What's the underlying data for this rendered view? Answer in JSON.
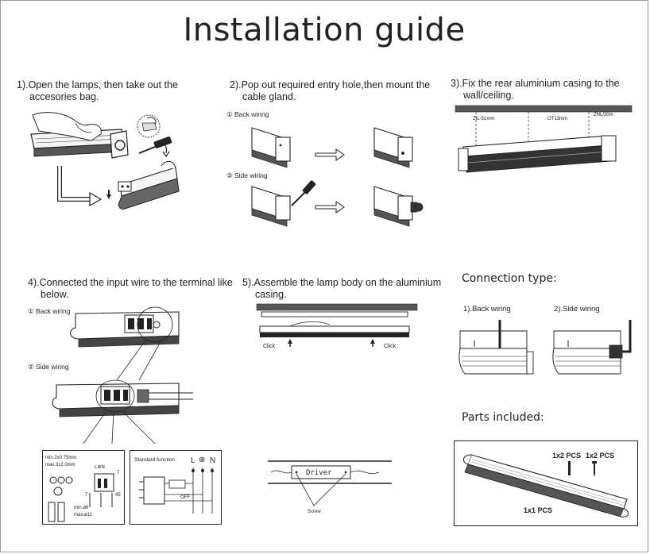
{
  "title": "Installation guide",
  "steps": {
    "s1": {
      "line1": "1).Open the lamps, then take out the",
      "line2": "accesories bag."
    },
    "s2": {
      "line1": "2).Pop out required entry hole,then mount the",
      "line2": "cable gland."
    },
    "s3": {
      "line1": "3).Fix the rear aluminium casing to the",
      "line2": "wall/ceiling."
    },
    "s4": {
      "line1": "4).Connected the input wire to the terminal like",
      "line2": "below."
    },
    "s5": {
      "line1": "5).Assemble the lamp body on the aluminium",
      "line2": "casing."
    }
  },
  "wiring": {
    "back": "Back wiring",
    "side": "Side wiring",
    "back_num": "①",
    "side_num": "②"
  },
  "step3_dims": {
    "a": "ZIL-51mm",
    "b": "OT13mm",
    "c": "ZNL/30m"
  },
  "step5": {
    "click": "Click",
    "screw": "Screw",
    "driver": "Driver"
  },
  "terminal": {
    "spec1": "min.2x0.75mm",
    "spec2": "max.3x2.0mm",
    "spec3": "min.ø6",
    "spec4": "max.ø11",
    "standard": "Standard  function",
    "L": "L",
    "N": "N",
    "earth": "⊕",
    "n7a": "7",
    "n7b": "7",
    "n45": "45",
    "off": "OFF",
    "lnk": "L⊕N"
  },
  "connection": {
    "header": "Connection type:",
    "back": "1).Back wiring",
    "side": "2).Side wiring"
  },
  "parts": {
    "header": "Parts included:",
    "p1": "1x2 PCS",
    "p2": "1x2 PCS",
    "p3": "1x1 PCS"
  }
}
